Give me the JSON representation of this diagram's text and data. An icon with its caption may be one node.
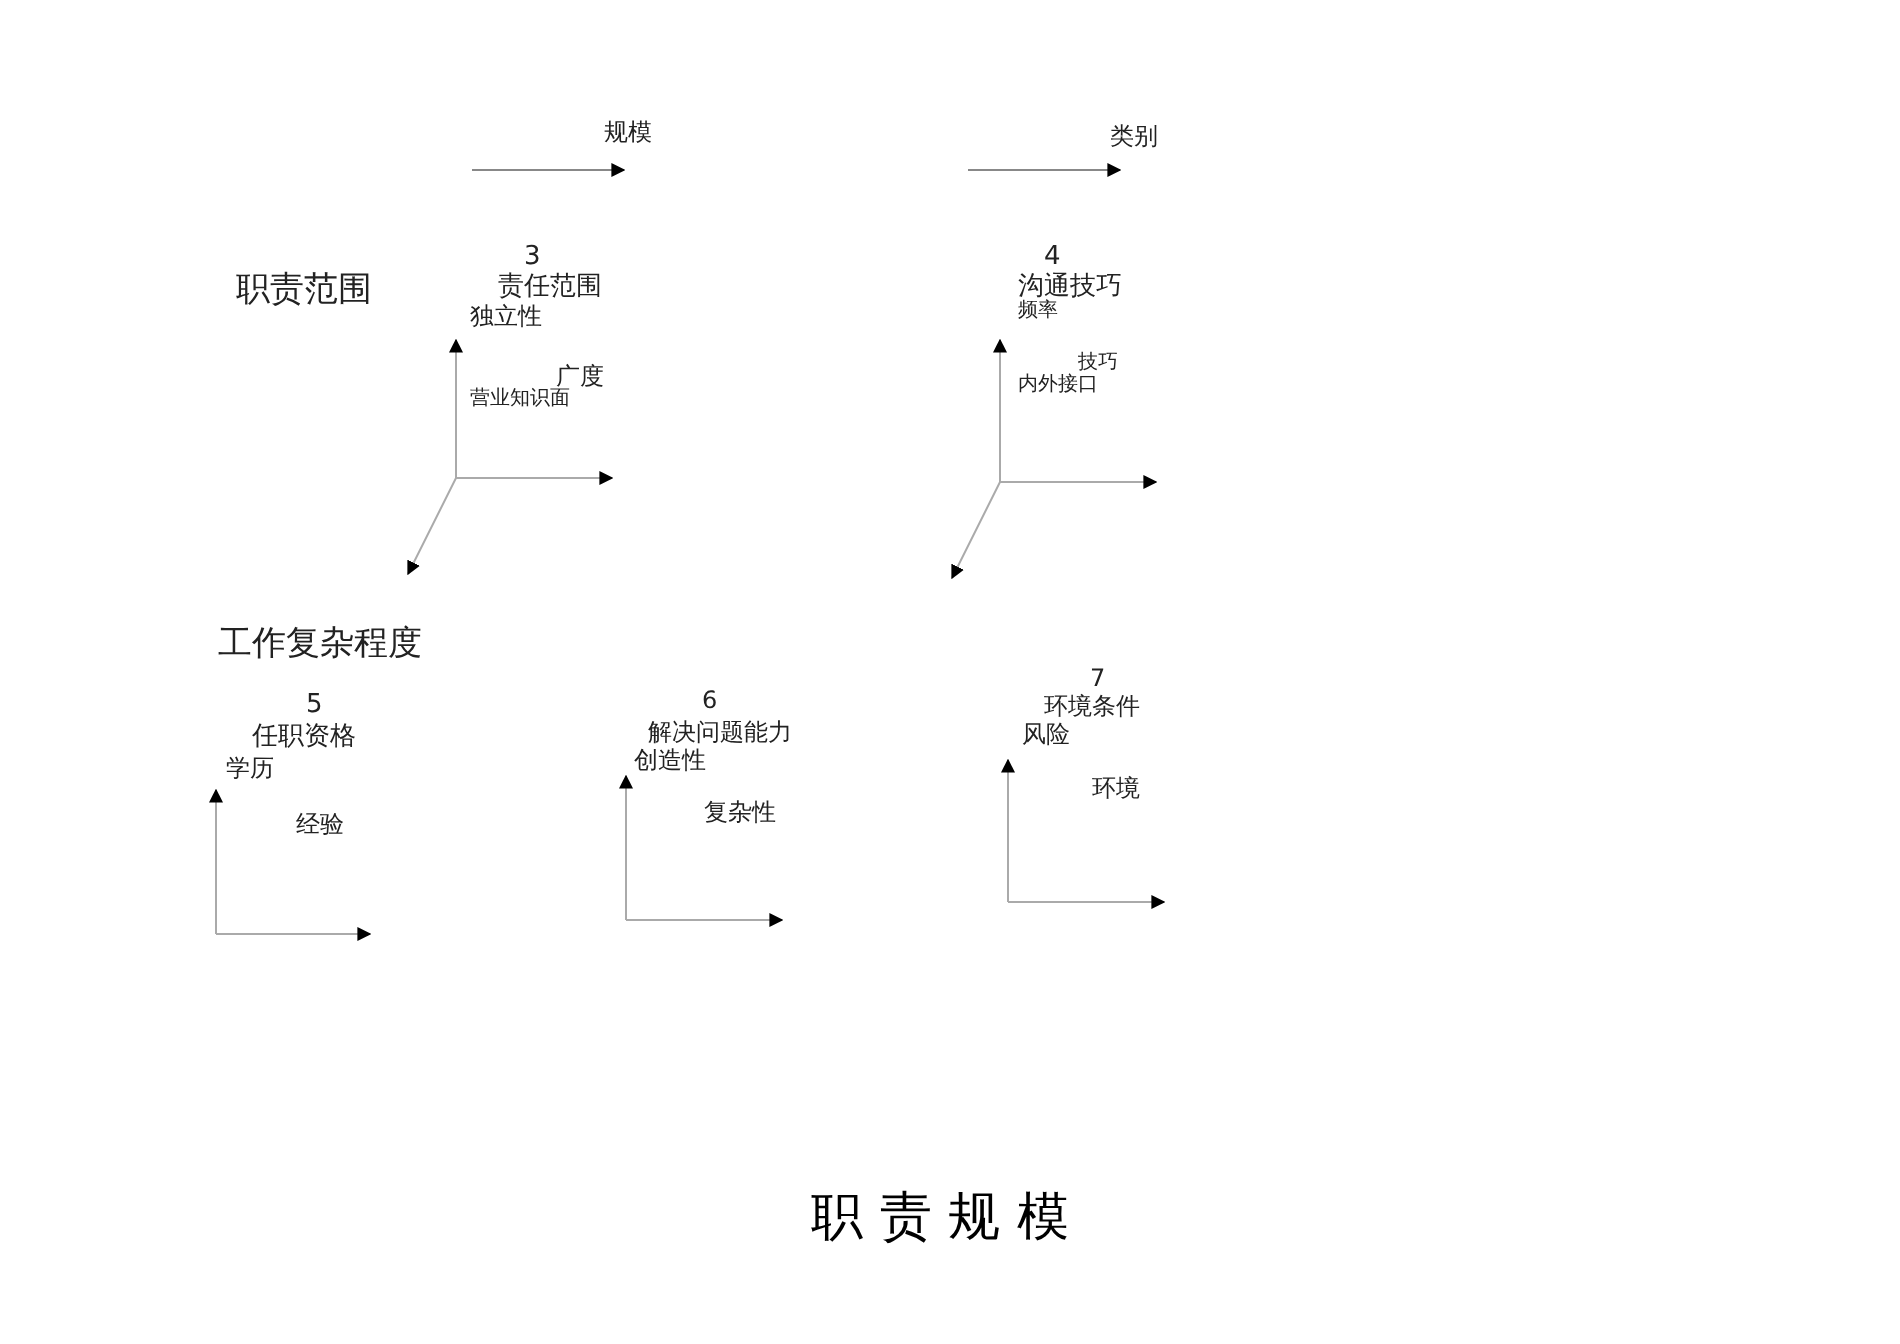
{
  "diagram": {
    "title": "职 责 规 模",
    "labels": [
      "规模",
      "类别",
      "职责范围",
      "3",
      "责任范围",
      "独立性",
      "4",
      "沟通技巧",
      "频率",
      "广度",
      "营业知识面",
      "技巧",
      "内外接口",
      "工作复杂程度",
      "7",
      "5",
      "6",
      "环境条件",
      "任职资格",
      "解决问题能力",
      "风险",
      "学历",
      "创造性",
      "环境",
      "经验",
      "复杂性"
    ]
  }
}
